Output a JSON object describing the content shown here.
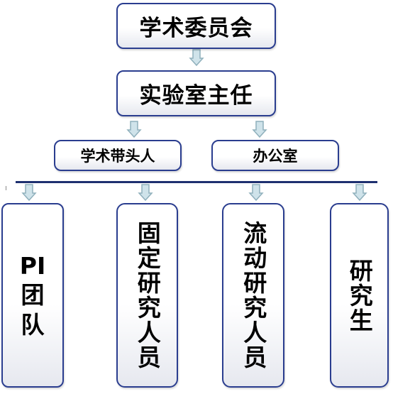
{
  "diagram": {
    "top": {
      "label": "学术委员会"
    },
    "second": {
      "label": "实验室主任"
    },
    "branches": [
      {
        "label": "学术带头人"
      },
      {
        "label": "办公室"
      }
    ],
    "columns": [
      {
        "line1": "PI",
        "line2": "团",
        "line3": "队"
      },
      {
        "label": "固定研究人员"
      },
      {
        "label": "流动研究人员"
      },
      {
        "label": "研究生"
      }
    ]
  },
  "colors": {
    "border": "#2a3d8f",
    "bar": "#1e3070",
    "arrow_fill": "#cfe3ea",
    "arrow_stroke": "#8fb0bc"
  }
}
